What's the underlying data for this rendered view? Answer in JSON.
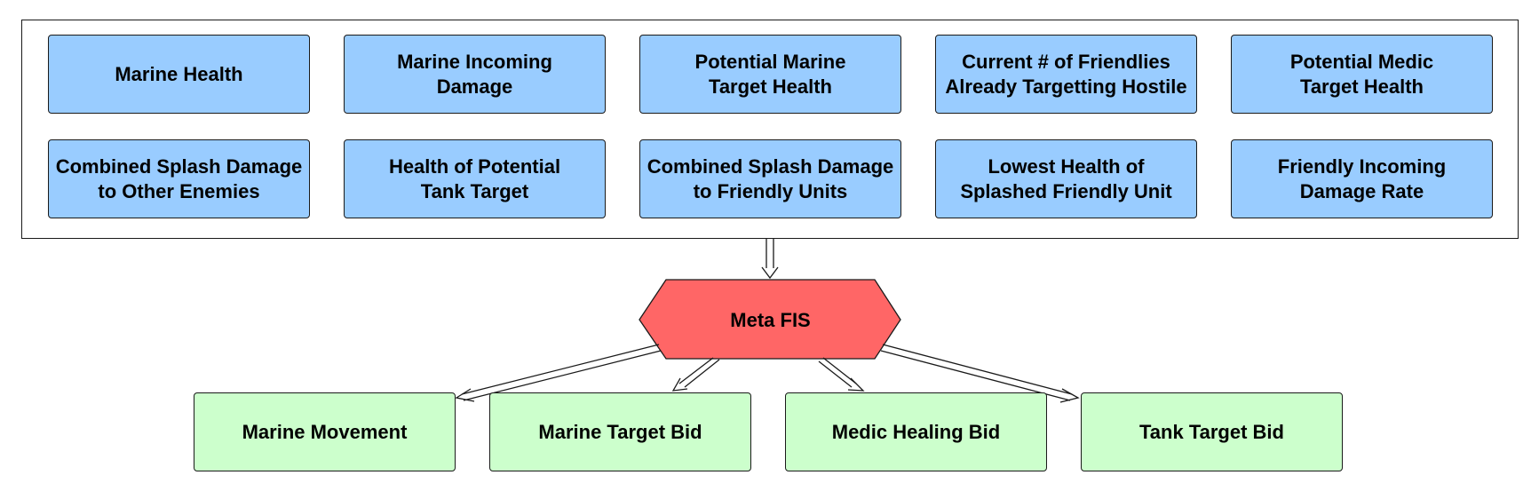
{
  "diagram": {
    "inputs": [
      "Marine Health",
      "Marine Incoming\nDamage",
      "Potential Marine\nTarget Health",
      "Current # of Friendlies\nAlready Targetting Hostile",
      "Potential Medic\nTarget Health",
      "Combined Splash Damage\nto Other Enemies",
      "Health of Potential\nTank Target",
      "Combined Splash Damage\nto Friendly Units",
      "Lowest Health of\nSplashed Friendly Unit",
      "Friendly Incoming\nDamage Rate"
    ],
    "center": "Meta FIS",
    "outputs": [
      "Marine Movement",
      "Marine Target Bid",
      "Medic Healing Bid",
      "Tank Target Bid"
    ],
    "colors": {
      "input_fill": "#99ccff",
      "center_fill": "#ff6666",
      "output_fill": "#ccffcc",
      "stroke": "#1a1a1a"
    }
  }
}
